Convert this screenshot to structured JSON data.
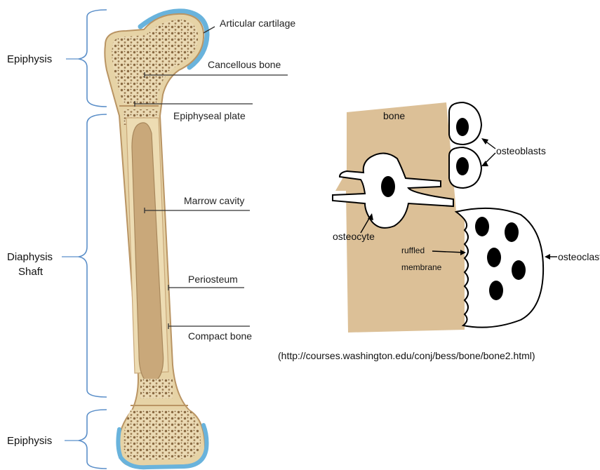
{
  "bone_diagram": {
    "regions": {
      "epiphysis_top": "Epiphysis",
      "diaphysis": "Diaphysis",
      "shaft": "Shaft",
      "epiphysis_bottom": "Epiphysis"
    },
    "labels": {
      "articular_cartilage": "Articular cartilage",
      "cancellous_bone": "Cancellous bone",
      "epiphyseal_plate": "Epiphyseal plate",
      "marrow_cavity": "Marrow cavity",
      "periosteum": "Periosteum",
      "compact_bone": "Compact bone"
    }
  },
  "cell_diagram": {
    "labels": {
      "bone": "bone",
      "osteoblasts": "osteoblasts",
      "osteocyte": "osteocyte",
      "ruffled_line1": "ruffled",
      "ruffled_line2": "membrane",
      "osteoclast": "osteoclast"
    },
    "source": "(http://courses.washington.edu/conj/bess/bone/bone2.html)"
  },
  "colors": {
    "bone_tan": "#e2c99b",
    "cell_tan": "#dcc097",
    "cartilage": "#69b3dc",
    "marrow": "#c9a87a",
    "bracket": "#5b8fc9"
  }
}
